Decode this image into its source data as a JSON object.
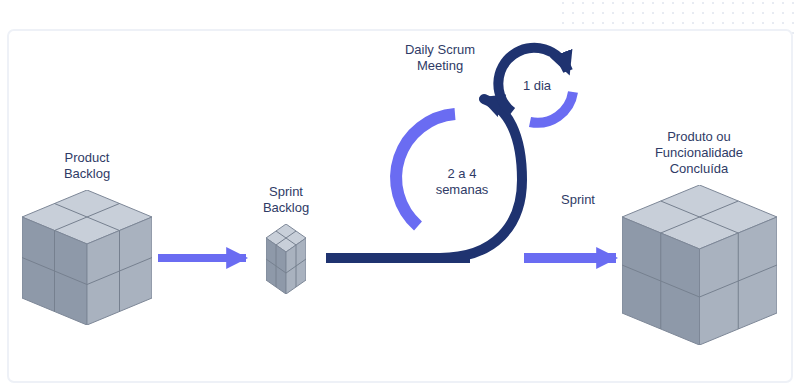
{
  "diagram": {
    "nodes": [
      {
        "text": [
          "Product Backlog"
        ]
      },
      {
        "text": [
          "Sprint Backlog"
        ]
      },
      {
        "text": [
          "Produto ou Funcionalidade Concluída"
        ]
      }
    ],
    "edges": [
      {
        "from": 0,
        "to": 1,
        "arrow": "to"
      },
      {
        "from": 1,
        "to": 2,
        "arrow": "to"
      }
    ],
    "labels": [
      "Daily Scrum Meeting",
      "1 dia",
      "2 a 4 semanas",
      "Sprint"
    ]
  }
}
